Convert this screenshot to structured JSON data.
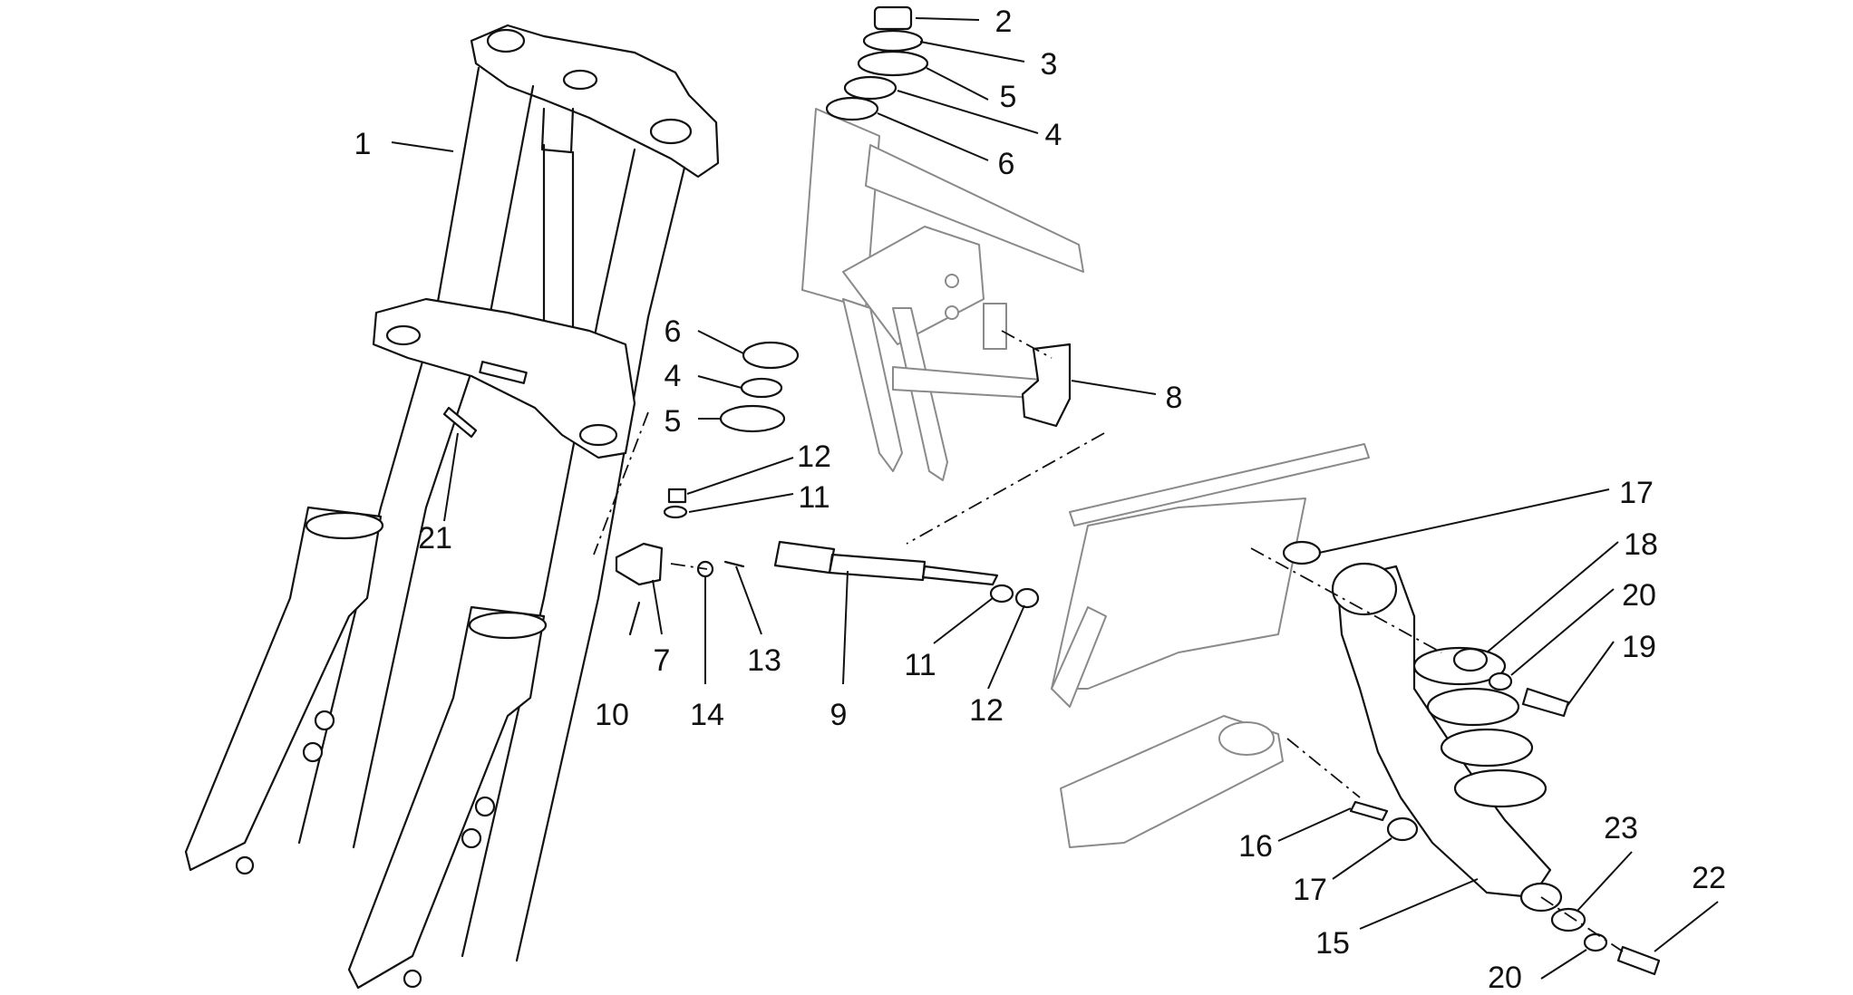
{
  "diagram": {
    "callouts": [
      {
        "id": "c1",
        "label": "1"
      },
      {
        "id": "c2",
        "label": "2"
      },
      {
        "id": "c3",
        "label": "3"
      },
      {
        "id": "c5a",
        "label": "5"
      },
      {
        "id": "c4a",
        "label": "4"
      },
      {
        "id": "c6a",
        "label": "6"
      },
      {
        "id": "c6b",
        "label": "6"
      },
      {
        "id": "c4b",
        "label": "4"
      },
      {
        "id": "c5b",
        "label": "5"
      },
      {
        "id": "c8",
        "label": "8"
      },
      {
        "id": "c12a",
        "label": "12"
      },
      {
        "id": "c11a",
        "label": "11"
      },
      {
        "id": "c21",
        "label": "21"
      },
      {
        "id": "c7",
        "label": "7"
      },
      {
        "id": "c10",
        "label": "10"
      },
      {
        "id": "c14",
        "label": "14"
      },
      {
        "id": "c13",
        "label": "13"
      },
      {
        "id": "c9",
        "label": "9"
      },
      {
        "id": "c11b",
        "label": "11"
      },
      {
        "id": "c12b",
        "label": "12"
      },
      {
        "id": "c17a",
        "label": "17"
      },
      {
        "id": "c18",
        "label": "18"
      },
      {
        "id": "c20a",
        "label": "20"
      },
      {
        "id": "c19",
        "label": "19"
      },
      {
        "id": "c16",
        "label": "16"
      },
      {
        "id": "c17b",
        "label": "17"
      },
      {
        "id": "c15",
        "label": "15"
      },
      {
        "id": "c23",
        "label": "23"
      },
      {
        "id": "c22",
        "label": "22"
      },
      {
        "id": "c20b",
        "label": "20"
      }
    ]
  }
}
